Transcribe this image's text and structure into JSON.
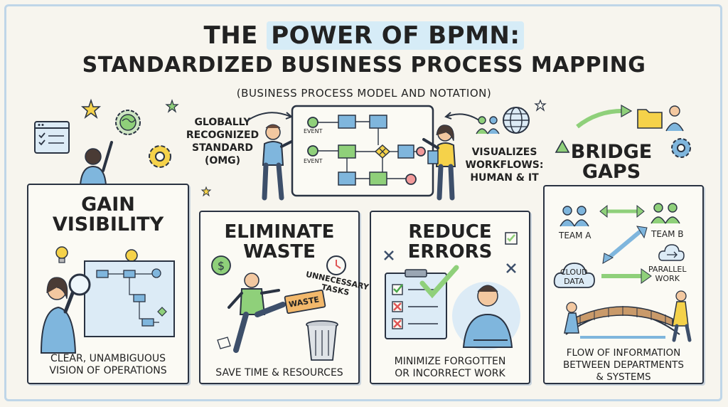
{
  "header": {
    "title_prefix": "THE ",
    "title_highlight": "POWER OF BPMN:",
    "title_line2": "STANDARDIZED BUSINESS PROCESS MAPPING",
    "subtitle": "(BUSINESS PROCESS MODEL AND NOTATION)"
  },
  "top": {
    "standard_note": "GLOBALLY\nRECOGNIZED\nSTANDARD\n(OMG)",
    "event_label_1": "EVENT",
    "event_label_2": "EVENT",
    "visualizes_note": "VISUALIZES\nWORKFLOWS:\nHUMAN & IT"
  },
  "panels": {
    "visibility": {
      "heading": "GAIN\nVISIBILITY",
      "caption": "CLEAR, UNAMBIGUOUS\nVISION OF OPERATIONS"
    },
    "waste": {
      "heading": "ELIMINATE\nWASTE",
      "caption": "SAVE TIME & RESOURCES",
      "sign_label": "WASTE",
      "tag_label": "UNNECESSARY\nTASKS"
    },
    "errors": {
      "heading": "REDUCE\nERRORS",
      "caption": "MINIMIZE FORGOTTEN\nOR INCORRECT WORK"
    },
    "bridge": {
      "heading": "BRIDGE\nGAPS",
      "caption": "FLOW OF INFORMATION\nBETWEEN DEPARTMENTS\n& SYSTEMS",
      "team_a": "TEAM A",
      "team_b": "TEAM B",
      "cloud": "CLOUD\nDATA",
      "parallel": "PARALLEL\nWORK"
    }
  },
  "colors": {
    "accent_blue": "#7fb6dd",
    "accent_green": "#8fd07a",
    "accent_yellow": "#f5d24a",
    "accent_red": "#e05555",
    "ink": "#2a3342"
  }
}
